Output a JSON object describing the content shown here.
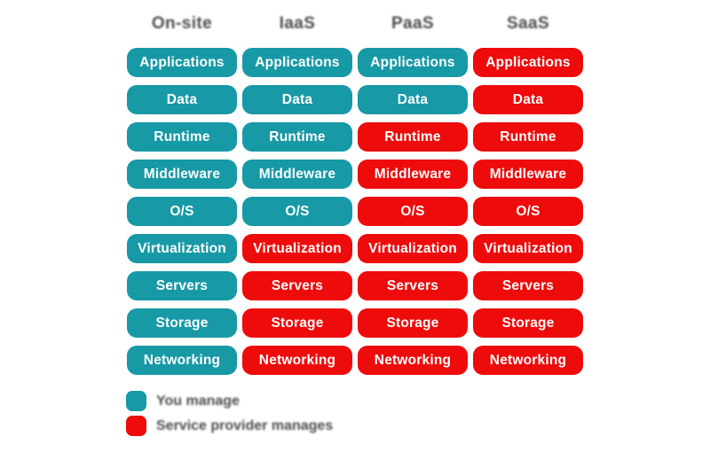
{
  "colors": {
    "you": "#1799A6",
    "provider": "#EE0B0B",
    "header_text": "#4d4d4d",
    "legend_text": "#4d4d4d",
    "pill_text": "#ffffff",
    "background": "#ffffff"
  },
  "grid": {
    "layers": [
      "Applications",
      "Data",
      "Runtime",
      "Middleware",
      "O/S",
      "Virtualization",
      "Servers",
      "Storage",
      "Networking"
    ],
    "columns": [
      {
        "id": "onsite",
        "header": "On-site",
        "cells": [
          {
            "label": "Applications",
            "owner": "you"
          },
          {
            "label": "Data",
            "owner": "you"
          },
          {
            "label": "Runtime",
            "owner": "you"
          },
          {
            "label": "Middleware",
            "owner": "you"
          },
          {
            "label": "O/S",
            "owner": "you"
          },
          {
            "label": "Virtualization",
            "owner": "you"
          },
          {
            "label": "Servers",
            "owner": "you"
          },
          {
            "label": "Storage",
            "owner": "you"
          },
          {
            "label": "Networking",
            "owner": "you"
          }
        ]
      },
      {
        "id": "iaas",
        "header": "IaaS",
        "cells": [
          {
            "label": "Applications",
            "owner": "you"
          },
          {
            "label": "Data",
            "owner": "you"
          },
          {
            "label": "Runtime",
            "owner": "you"
          },
          {
            "label": "Middleware",
            "owner": "you"
          },
          {
            "label": "O/S",
            "owner": "you"
          },
          {
            "label": "Virtualization",
            "owner": "provider"
          },
          {
            "label": "Servers",
            "owner": "provider"
          },
          {
            "label": "Storage",
            "owner": "provider"
          },
          {
            "label": "Networking",
            "owner": "provider"
          }
        ]
      },
      {
        "id": "paas",
        "header": "PaaS",
        "cells": [
          {
            "label": "Applications",
            "owner": "you"
          },
          {
            "label": "Data",
            "owner": "you"
          },
          {
            "label": "Runtime",
            "owner": "provider"
          },
          {
            "label": "Middleware",
            "owner": "provider"
          },
          {
            "label": "O/S",
            "owner": "provider"
          },
          {
            "label": "Virtualization",
            "owner": "provider"
          },
          {
            "label": "Servers",
            "owner": "provider"
          },
          {
            "label": "Storage",
            "owner": "provider"
          },
          {
            "label": "Networking",
            "owner": "provider"
          }
        ]
      },
      {
        "id": "saas",
        "header": "SaaS",
        "cells": [
          {
            "label": "Applications",
            "owner": "provider"
          },
          {
            "label": "Data",
            "owner": "provider"
          },
          {
            "label": "Runtime",
            "owner": "provider"
          },
          {
            "label": "Middleware",
            "owner": "provider"
          },
          {
            "label": "O/S",
            "owner": "provider"
          },
          {
            "label": "Virtualization",
            "owner": "provider"
          },
          {
            "label": "Servers",
            "owner": "provider"
          },
          {
            "label": "Storage",
            "owner": "provider"
          },
          {
            "label": "Networking",
            "owner": "provider"
          }
        ]
      }
    ]
  },
  "legend": {
    "items": [
      {
        "key": "you",
        "label": "You manage"
      },
      {
        "key": "provider",
        "label": "Service provider manages"
      }
    ]
  }
}
